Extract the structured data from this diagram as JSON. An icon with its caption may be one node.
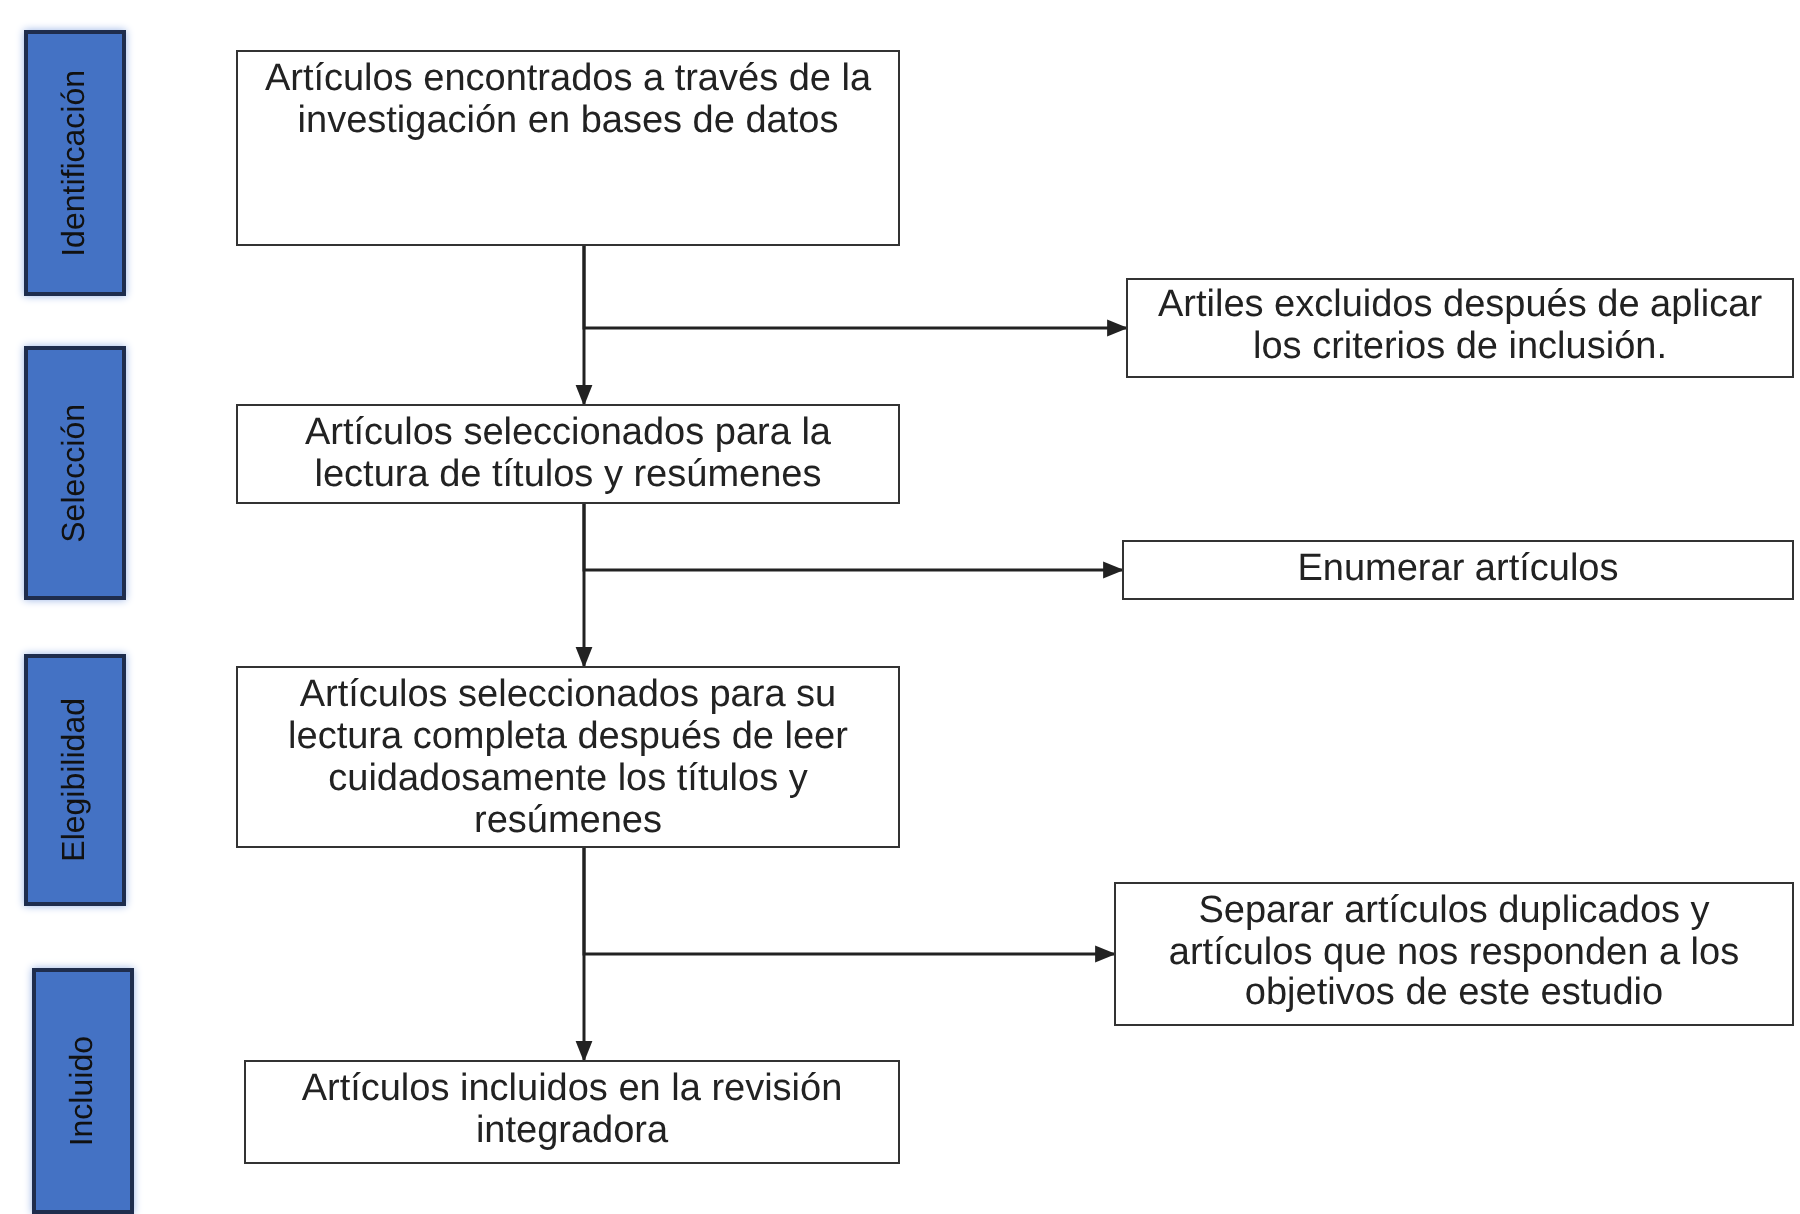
{
  "diagram": {
    "nodes": [
      {
        "text": [
          "Identificación"
        ]
      },
      {
        "text": [
          "Selección"
        ]
      },
      {
        "text": [
          "Elegibilidad"
        ]
      },
      {
        "text": [
          "Incluido"
        ]
      },
      {
        "text": [
          "Artículos encontrados a través de la investigación en bases de datos"
        ]
      },
      {
        "text": [
          "Artículos seleccionados para la lectura de títulos y resúmenes"
        ]
      },
      {
        "text": [
          "Artículos seleccionados para su lectura completa después de leer cuidadosamente los títulos y resúmenes"
        ]
      },
      {
        "text": [
          "Artículos incluidos en la revisión integradora"
        ]
      },
      {
        "text": [
          "Artiles excluidos después de aplicar los criterios de inclusión."
        ]
      },
      {
        "text": [
          "Enumerar artículos"
        ]
      },
      {
        "text": [
          "Separar artículos duplicados y artículos que nos responden a los objetivos de este estudio"
        ]
      }
    ],
    "edges": [
      {
        "from": 4,
        "to": 5,
        "arrow": "to"
      },
      {
        "from": 4,
        "to": 8,
        "arrow": "to"
      },
      {
        "from": 5,
        "to": 6,
        "arrow": "to"
      },
      {
        "from": 5,
        "to": 9,
        "arrow": "to"
      },
      {
        "from": 6,
        "to": 7,
        "arrow": "to"
      },
      {
        "from": 6,
        "to": 10,
        "arrow": "to"
      }
    ]
  }
}
